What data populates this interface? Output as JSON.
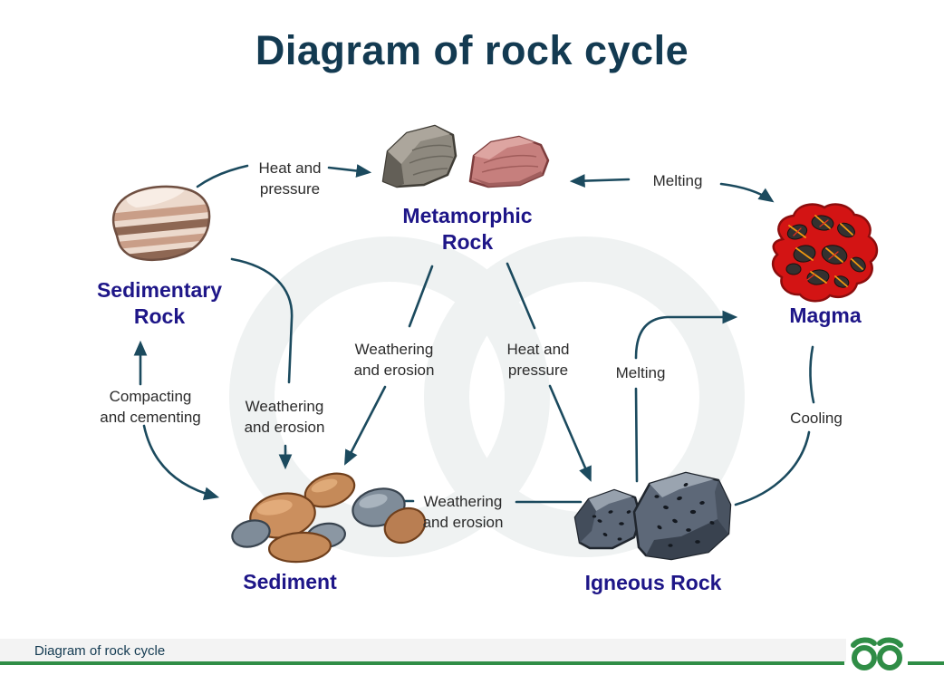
{
  "title": "Diagram of rock cycle",
  "nodes": {
    "metamorphic": {
      "lines": [
        "Metamorphic",
        "Rock"
      ]
    },
    "sedimentary": {
      "lines": [
        "Sedimentary",
        "Rock"
      ]
    },
    "magma": {
      "lines": [
        "Magma"
      ]
    },
    "sediment": {
      "lines": [
        "Sediment"
      ]
    },
    "igneous": {
      "lines": [
        "Igneous Rock"
      ]
    }
  },
  "edge_labels": {
    "heat_pressure_top": {
      "lines": [
        "Heat and",
        "pressure"
      ],
      "from": "Sedimentary Rock",
      "to": "Metamorphic Rock"
    },
    "melting_top": {
      "lines": [
        "Melting"
      ],
      "from": "Metamorphic Rock",
      "to": "Magma"
    },
    "cooling": {
      "lines": [
        "Cooling"
      ],
      "from": "Magma",
      "to": "Igneous Rock"
    },
    "melting_mid": {
      "lines": [
        "Melting"
      ],
      "from": "Igneous Rock",
      "to": "Magma"
    },
    "heat_pressure_mid": {
      "lines": [
        "Heat and",
        "pressure"
      ],
      "from": "Metamorphic Rock",
      "to": "Igneous Rock"
    },
    "weathering_center": {
      "lines": [
        "Weathering",
        "and erosion"
      ],
      "from": "Metamorphic Rock",
      "to": "Sediment"
    },
    "weathering_left": {
      "lines": [
        "Weathering",
        "and erosion"
      ],
      "from": "Sedimentary Rock",
      "to": "Sediment"
    },
    "compacting": {
      "lines": [
        "Compacting",
        "and cementing"
      ],
      "from": "Sediment",
      "to": "Sedimentary Rock"
    },
    "weathering_bottom": {
      "lines": [
        "Weathering",
        "and erosion"
      ],
      "from": "Igneous Rock",
      "to": "Sediment"
    }
  },
  "icons": {
    "sedimentary_rock": "layered-brown-rock-icon",
    "metamorphic_rock": "grey-and-red-rocks-icon",
    "magma": "red-lava-blob-icon",
    "sediment": "pebble-pile-icon",
    "igneous_rock": "dark-porous-rocks-icon",
    "watermark": "geeksforgeeks-watermark",
    "logo": "geeksforgeeks-logo"
  },
  "colors": {
    "title": "#133a51",
    "node_label": "#1e1688",
    "edge_label": "#2b2b2b",
    "arrow": "#1b4a5e",
    "brand_green": "#2f8d46",
    "footer_bar": "#f3f3f3"
  },
  "footer": {
    "caption": "Diagram of rock cycle"
  }
}
